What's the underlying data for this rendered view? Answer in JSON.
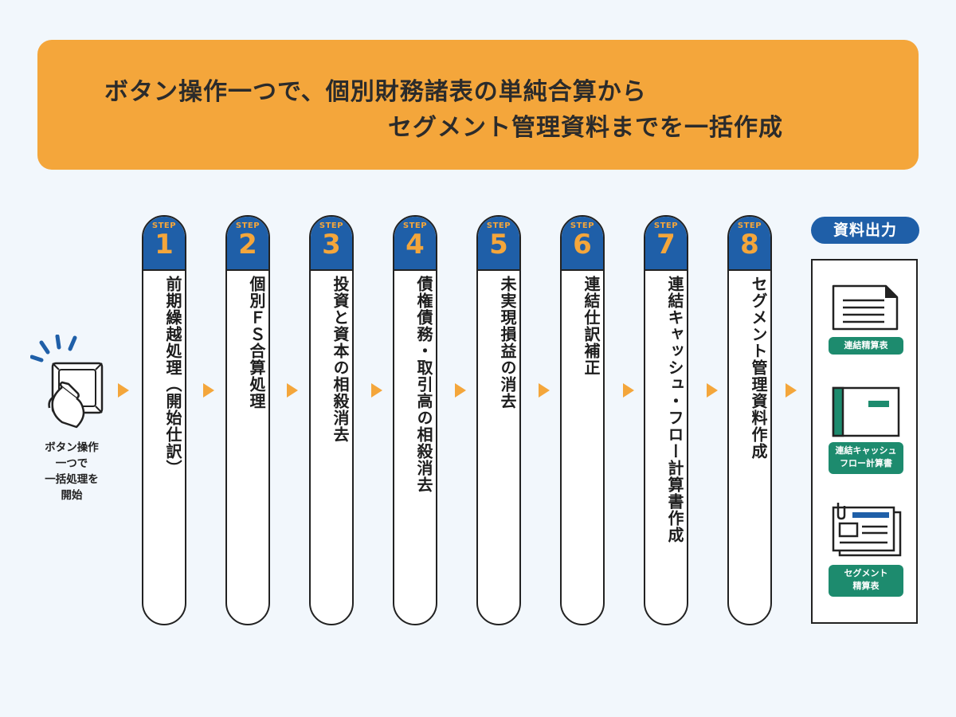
{
  "banner": {
    "line1": "ボタン操作一つで、個別財務諸表の単純合算から",
    "line2": "セグメント管理資料までを一括作成"
  },
  "start": {
    "line1": "ボタン操作",
    "line2": "一つで",
    "line3": "一括処理を",
    "line4": "開始"
  },
  "steps": [
    {
      "label": "STEP",
      "number": "1",
      "text": "前期繰越処理（開始仕訳）"
    },
    {
      "label": "STEP",
      "number": "2",
      "text": "個別ＦＳ合算処理"
    },
    {
      "label": "STEP",
      "number": "3",
      "text": "投資と資本の相殺消去"
    },
    {
      "label": "STEP",
      "number": "4",
      "text": "債権債務・取引高の相殺消去"
    },
    {
      "label": "STEP",
      "number": "5",
      "text": "未実現損益の消去"
    },
    {
      "label": "STEP",
      "number": "6",
      "text": "連結仕訳補正"
    },
    {
      "label": "STEP",
      "number": "7",
      "text": "連結キャッシュ・フロー計算書作成"
    },
    {
      "label": "STEP",
      "number": "8",
      "text": "セグメント管理資料作成"
    }
  ],
  "output": {
    "title": "資料出力",
    "items": [
      {
        "line1": "連結精算表",
        "line2": ""
      },
      {
        "line1": "連結キャッシュ",
        "line2": "フロー計算書"
      },
      {
        "line1": "セグメント",
        "line2": "精算表"
      }
    ]
  },
  "colors": {
    "accent": "#f4a63b",
    "step_blue": "#1f5fa8",
    "label_green": "#1d8b6e",
    "background": "#f2f7fc"
  }
}
